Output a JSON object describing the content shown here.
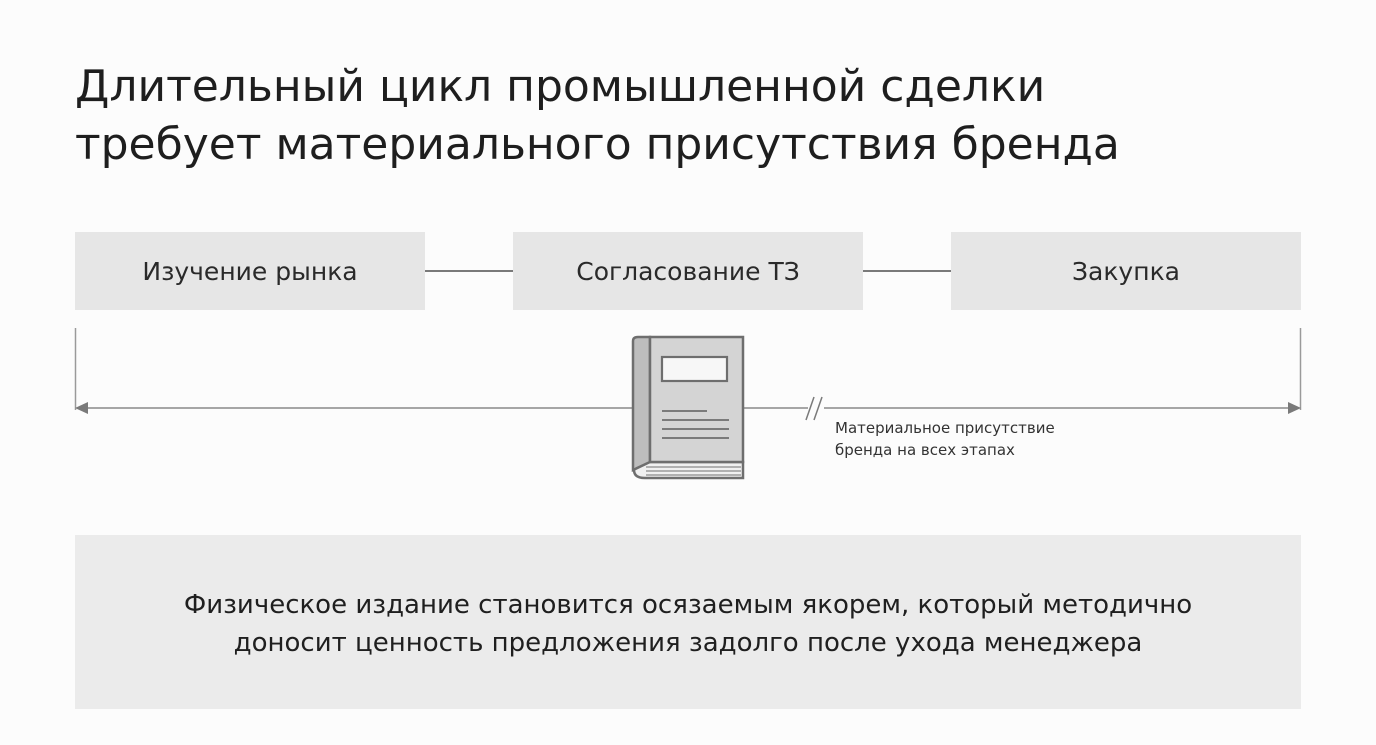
{
  "title": {
    "line1": "Длительный цикл промышленной сделки",
    "line2": "требует материального присутствия бренда"
  },
  "stages": [
    {
      "label": "Изучение рынка"
    },
    {
      "label": "Согласование ТЗ"
    },
    {
      "label": "Закупка"
    }
  ],
  "timeline": {
    "icon": "book-icon",
    "caption_line1": "Материальное присутствие",
    "caption_line2": "бренда на всех этапах"
  },
  "footer": {
    "line1": "Физическое издание становится осязаемым якорем, который методично",
    "line2": "доносит ценность предложения задолго после ухода менеджера"
  },
  "colors": {
    "background": "#fcfcfc",
    "stage_fill": "#e6e6e6",
    "footer_fill": "#ebebeb",
    "line": "#7a7a7a",
    "book_stroke": "#6e6e6e",
    "book_fill": "#d2d2d2"
  }
}
